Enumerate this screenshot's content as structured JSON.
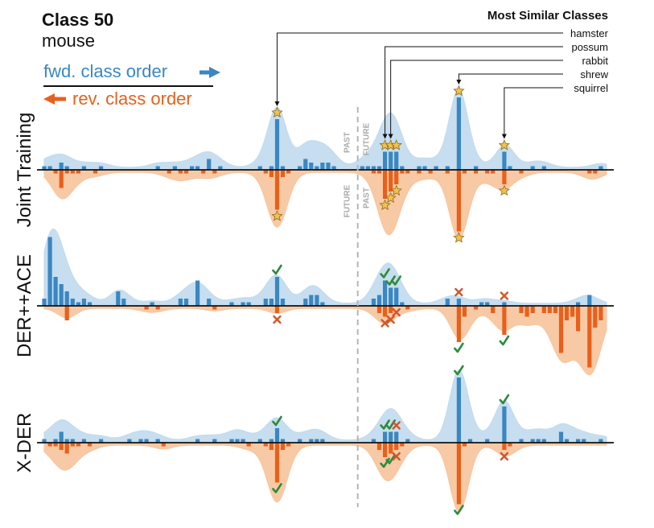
{
  "header": {
    "class_title": "Class 50",
    "class_name": "mouse",
    "fwd_label": "fwd. class order",
    "rev_label": "rev. class order"
  },
  "similar": {
    "title": "Most Similar Classes",
    "labels": [
      "hamster",
      "possum",
      "rabbit",
      "shrew",
      "squirrel"
    ]
  },
  "separator": {
    "past": "PAST",
    "future": "FUTURE"
  },
  "colors": {
    "fwd": "#3a87c2",
    "fwd_fill": "#c3dcee",
    "rev": "#e8601c",
    "rev_fill": "#f8c6a0",
    "star": "#f2c14e",
    "check": "#2e8b3e",
    "cross": "#d2552a"
  },
  "chart_data": [
    {
      "type": "bar",
      "name": "Joint Training",
      "categories_range": [
        0,
        99
      ],
      "highlighted_classes": [
        41,
        60,
        61,
        62,
        73,
        81
      ],
      "fwd": [
        {
          "x": 0,
          "v": 0.05
        },
        {
          "x": 1,
          "v": 0.05
        },
        {
          "x": 3,
          "v": 0.1
        },
        {
          "x": 4,
          "v": 0.05
        },
        {
          "x": 7,
          "v": 0.05
        },
        {
          "x": 10,
          "v": 0.05
        },
        {
          "x": 20,
          "v": 0.05
        },
        {
          "x": 23,
          "v": 0.05
        },
        {
          "x": 26,
          "v": 0.05
        },
        {
          "x": 27,
          "v": 0.05
        },
        {
          "x": 29,
          "v": 0.15
        },
        {
          "x": 31,
          "v": 0.05
        },
        {
          "x": 38,
          "v": 0.05
        },
        {
          "x": 40,
          "v": 0.05
        },
        {
          "x": 41,
          "v": 0.7
        },
        {
          "x": 42,
          "v": 0.05
        },
        {
          "x": 45,
          "v": 0.05
        },
        {
          "x": 46,
          "v": 0.15
        },
        {
          "x": 47,
          "v": 0.1
        },
        {
          "x": 48,
          "v": 0.05
        },
        {
          "x": 49,
          "v": 0.1
        },
        {
          "x": 50,
          "v": 0.1
        },
        {
          "x": 51,
          "v": 0.05
        },
        {
          "x": 56,
          "v": 0.05
        },
        {
          "x": 57,
          "v": 0.05
        },
        {
          "x": 58,
          "v": 0.05
        },
        {
          "x": 59,
          "v": 0.05
        },
        {
          "x": 60,
          "v": 0.25
        },
        {
          "x": 61,
          "v": 0.25
        },
        {
          "x": 62,
          "v": 0.25
        },
        {
          "x": 63,
          "v": 0.05
        },
        {
          "x": 66,
          "v": 0.05
        },
        {
          "x": 67,
          "v": 0.05
        },
        {
          "x": 69,
          "v": 0.05
        },
        {
          "x": 71,
          "v": 0.05
        },
        {
          "x": 73,
          "v": 1.0
        },
        {
          "x": 76,
          "v": 0.05
        },
        {
          "x": 81,
          "v": 0.25
        },
        {
          "x": 82,
          "v": 0.05
        },
        {
          "x": 86,
          "v": 0.05
        },
        {
          "x": 88,
          "v": 0.05
        },
        {
          "x": 98,
          "v": 0.05
        }
      ],
      "rev": [
        {
          "x": 2,
          "v": 0.05
        },
        {
          "x": 3,
          "v": 0.25
        },
        {
          "x": 4,
          "v": 0.05
        },
        {
          "x": 5,
          "v": 0.05
        },
        {
          "x": 6,
          "v": 0.05
        },
        {
          "x": 9,
          "v": 0.05
        },
        {
          "x": 22,
          "v": 0.05
        },
        {
          "x": 24,
          "v": 0.05
        },
        {
          "x": 25,
          "v": 0.05
        },
        {
          "x": 28,
          "v": 0.05
        },
        {
          "x": 30,
          "v": 0.05
        },
        {
          "x": 39,
          "v": 0.05
        },
        {
          "x": 40,
          "v": 0.1
        },
        {
          "x": 41,
          "v": 0.55
        },
        {
          "x": 42,
          "v": 0.1
        },
        {
          "x": 43,
          "v": 0.05
        },
        {
          "x": 58,
          "v": 0.05
        },
        {
          "x": 59,
          "v": 0.05
        },
        {
          "x": 60,
          "v": 0.4
        },
        {
          "x": 61,
          "v": 0.3
        },
        {
          "x": 62,
          "v": 0.2
        },
        {
          "x": 63,
          "v": 0.05
        },
        {
          "x": 64,
          "v": 0.05
        },
        {
          "x": 66,
          "v": 0.05
        },
        {
          "x": 68,
          "v": 0.05
        },
        {
          "x": 71,
          "v": 0.05
        },
        {
          "x": 73,
          "v": 0.85
        },
        {
          "x": 74,
          "v": 0.05
        },
        {
          "x": 76,
          "v": 0.05
        },
        {
          "x": 78,
          "v": 0.05
        },
        {
          "x": 79,
          "v": 0.05
        },
        {
          "x": 81,
          "v": 0.2
        },
        {
          "x": 84,
          "v": 0.05
        },
        {
          "x": 96,
          "v": 0.05
        },
        {
          "x": 97,
          "v": 0.05
        }
      ],
      "fwd_markers": [
        {
          "x": 41,
          "kind": "star"
        },
        {
          "x": 60,
          "kind": "star"
        },
        {
          "x": 61,
          "kind": "star"
        },
        {
          "x": 62,
          "kind": "star"
        },
        {
          "x": 73,
          "kind": "star"
        },
        {
          "x": 81,
          "kind": "star"
        }
      ],
      "rev_markers": [
        {
          "x": 41,
          "kind": "star"
        },
        {
          "x": 60,
          "kind": "star"
        },
        {
          "x": 61,
          "kind": "star"
        },
        {
          "x": 62,
          "kind": "star"
        },
        {
          "x": 73,
          "kind": "star"
        },
        {
          "x": 81,
          "kind": "star"
        }
      ]
    },
    {
      "type": "bar",
      "name": "DER++ACE",
      "categories_range": [
        0,
        99
      ],
      "fwd": [
        {
          "x": 0,
          "v": 0.1
        },
        {
          "x": 1,
          "v": 0.95
        },
        {
          "x": 2,
          "v": 0.4
        },
        {
          "x": 3,
          "v": 0.3
        },
        {
          "x": 4,
          "v": 0.2
        },
        {
          "x": 5,
          "v": 0.1
        },
        {
          "x": 6,
          "v": 0.05
        },
        {
          "x": 7,
          "v": 0.1
        },
        {
          "x": 8,
          "v": 0.05
        },
        {
          "x": 13,
          "v": 0.2
        },
        {
          "x": 14,
          "v": 0.1
        },
        {
          "x": 19,
          "v": 0.05
        },
        {
          "x": 24,
          "v": 0.1
        },
        {
          "x": 25,
          "v": 0.1
        },
        {
          "x": 27,
          "v": 0.35
        },
        {
          "x": 29,
          "v": 0.1
        },
        {
          "x": 33,
          "v": 0.05
        },
        {
          "x": 35,
          "v": 0.05
        },
        {
          "x": 36,
          "v": 0.05
        },
        {
          "x": 39,
          "v": 0.1
        },
        {
          "x": 40,
          "v": 0.1
        },
        {
          "x": 41,
          "v": 0.4
        },
        {
          "x": 42,
          "v": 0.1
        },
        {
          "x": 46,
          "v": 0.1
        },
        {
          "x": 47,
          "v": 0.15
        },
        {
          "x": 48,
          "v": 0.15
        },
        {
          "x": 49,
          "v": 0.05
        },
        {
          "x": 58,
          "v": 0.1
        },
        {
          "x": 59,
          "v": 0.15
        },
        {
          "x": 60,
          "v": 0.35
        },
        {
          "x": 61,
          "v": 0.25
        },
        {
          "x": 62,
          "v": 0.25
        },
        {
          "x": 63,
          "v": 0.05
        },
        {
          "x": 71,
          "v": 0.1
        },
        {
          "x": 73,
          "v": 0.1
        },
        {
          "x": 77,
          "v": 0.05
        },
        {
          "x": 78,
          "v": 0.05
        },
        {
          "x": 81,
          "v": 0.05
        },
        {
          "x": 94,
          "v": 0.05
        },
        {
          "x": 96,
          "v": 0.15
        }
      ],
      "rev": [
        {
          "x": 4,
          "v": 0.2
        },
        {
          "x": 18,
          "v": 0.05
        },
        {
          "x": 20,
          "v": 0.05
        },
        {
          "x": 30,
          "v": 0.05
        },
        {
          "x": 41,
          "v": 0.1
        },
        {
          "x": 59,
          "v": 0.1
        },
        {
          "x": 60,
          "v": 0.15
        },
        {
          "x": 61,
          "v": 0.1
        },
        {
          "x": 64,
          "v": 0.05
        },
        {
          "x": 73,
          "v": 0.5
        },
        {
          "x": 74,
          "v": 0.15
        },
        {
          "x": 76,
          "v": 0.05
        },
        {
          "x": 79,
          "v": 0.1
        },
        {
          "x": 81,
          "v": 0.4
        },
        {
          "x": 84,
          "v": 0.1
        },
        {
          "x": 85,
          "v": 0.15
        },
        {
          "x": 86,
          "v": 0.1
        },
        {
          "x": 88,
          "v": 0.1
        },
        {
          "x": 89,
          "v": 0.1
        },
        {
          "x": 90,
          "v": 0.1
        },
        {
          "x": 91,
          "v": 0.65
        },
        {
          "x": 92,
          "v": 0.2
        },
        {
          "x": 93,
          "v": 0.15
        },
        {
          "x": 94,
          "v": 0.35
        },
        {
          "x": 96,
          "v": 0.85
        },
        {
          "x": 97,
          "v": 0.3
        },
        {
          "x": 98,
          "v": 0.2
        }
      ],
      "fwd_markers": [
        {
          "x": 41,
          "kind": "check"
        },
        {
          "x": 60,
          "kind": "check"
        },
        {
          "x": 61,
          "kind": "check"
        },
        {
          "x": 62,
          "kind": "check"
        },
        {
          "x": 73,
          "kind": "cross"
        },
        {
          "x": 81,
          "kind": "cross"
        }
      ],
      "rev_markers": [
        {
          "x": 41,
          "kind": "cross"
        },
        {
          "x": 60,
          "kind": "cross"
        },
        {
          "x": 61,
          "kind": "cross"
        },
        {
          "x": 62,
          "kind": "cross"
        },
        {
          "x": 73,
          "kind": "check"
        },
        {
          "x": 81,
          "kind": "check"
        }
      ]
    },
    {
      "type": "bar",
      "name": "X-DER",
      "categories_range": [
        0,
        99
      ],
      "fwd": [
        {
          "x": 0,
          "v": 0.05
        },
        {
          "x": 2,
          "v": 0.05
        },
        {
          "x": 3,
          "v": 0.15
        },
        {
          "x": 4,
          "v": 0.05
        },
        {
          "x": 5,
          "v": 0.05
        },
        {
          "x": 7,
          "v": 0.05
        },
        {
          "x": 10,
          "v": 0.05
        },
        {
          "x": 15,
          "v": 0.05
        },
        {
          "x": 17,
          "v": 0.05
        },
        {
          "x": 18,
          "v": 0.05
        },
        {
          "x": 20,
          "v": 0.05
        },
        {
          "x": 27,
          "v": 0.05
        },
        {
          "x": 30,
          "v": 0.05
        },
        {
          "x": 33,
          "v": 0.05
        },
        {
          "x": 34,
          "v": 0.05
        },
        {
          "x": 35,
          "v": 0.05
        },
        {
          "x": 38,
          "v": 0.05
        },
        {
          "x": 40,
          "v": 0.05
        },
        {
          "x": 41,
          "v": 0.2
        },
        {
          "x": 42,
          "v": 0.05
        },
        {
          "x": 45,
          "v": 0.05
        },
        {
          "x": 47,
          "v": 0.05
        },
        {
          "x": 48,
          "v": 0.05
        },
        {
          "x": 49,
          "v": 0.05
        },
        {
          "x": 58,
          "v": 0.05
        },
        {
          "x": 60,
          "v": 0.15
        },
        {
          "x": 61,
          "v": 0.15
        },
        {
          "x": 62,
          "v": 0.15
        },
        {
          "x": 64,
          "v": 0.05
        },
        {
          "x": 73,
          "v": 0.9
        },
        {
          "x": 75,
          "v": 0.05
        },
        {
          "x": 78,
          "v": 0.05
        },
        {
          "x": 81,
          "v": 0.5
        },
        {
          "x": 84,
          "v": 0.05
        },
        {
          "x": 86,
          "v": 0.05
        },
        {
          "x": 87,
          "v": 0.05
        },
        {
          "x": 88,
          "v": 0.05
        },
        {
          "x": 91,
          "v": 0.15
        },
        {
          "x": 92,
          "v": 0.05
        },
        {
          "x": 94,
          "v": 0.05
        },
        {
          "x": 95,
          "v": 0.05
        },
        {
          "x": 98,
          "v": 0.05
        }
      ],
      "rev": [
        {
          "x": 1,
          "v": 0.05
        },
        {
          "x": 2,
          "v": 0.05
        },
        {
          "x": 3,
          "v": 0.1
        },
        {
          "x": 4,
          "v": 0.15
        },
        {
          "x": 5,
          "v": 0.05
        },
        {
          "x": 6,
          "v": 0.05
        },
        {
          "x": 8,
          "v": 0.05
        },
        {
          "x": 21,
          "v": 0.05
        },
        {
          "x": 36,
          "v": 0.05
        },
        {
          "x": 39,
          "v": 0.05
        },
        {
          "x": 40,
          "v": 0.1
        },
        {
          "x": 41,
          "v": 0.55
        },
        {
          "x": 42,
          "v": 0.1
        },
        {
          "x": 43,
          "v": 0.05
        },
        {
          "x": 59,
          "v": 0.1
        },
        {
          "x": 60,
          "v": 0.2
        },
        {
          "x": 61,
          "v": 0.15
        },
        {
          "x": 62,
          "v": 0.1
        },
        {
          "x": 63,
          "v": 0.05
        },
        {
          "x": 73,
          "v": 0.85
        },
        {
          "x": 74,
          "v": 0.05
        },
        {
          "x": 81,
          "v": 0.1
        },
        {
          "x": 82,
          "v": 0.05
        }
      ],
      "fwd_markers": [
        {
          "x": 41,
          "kind": "check"
        },
        {
          "x": 60,
          "kind": "check"
        },
        {
          "x": 61,
          "kind": "check"
        },
        {
          "x": 62,
          "kind": "cross"
        },
        {
          "x": 73,
          "kind": "check"
        },
        {
          "x": 81,
          "kind": "check"
        }
      ],
      "rev_markers": [
        {
          "x": 41,
          "kind": "check"
        },
        {
          "x": 60,
          "kind": "check"
        },
        {
          "x": 61,
          "kind": "check"
        },
        {
          "x": 62,
          "kind": "cross"
        },
        {
          "x": 73,
          "kind": "check"
        },
        {
          "x": 81,
          "kind": "cross"
        }
      ]
    }
  ]
}
